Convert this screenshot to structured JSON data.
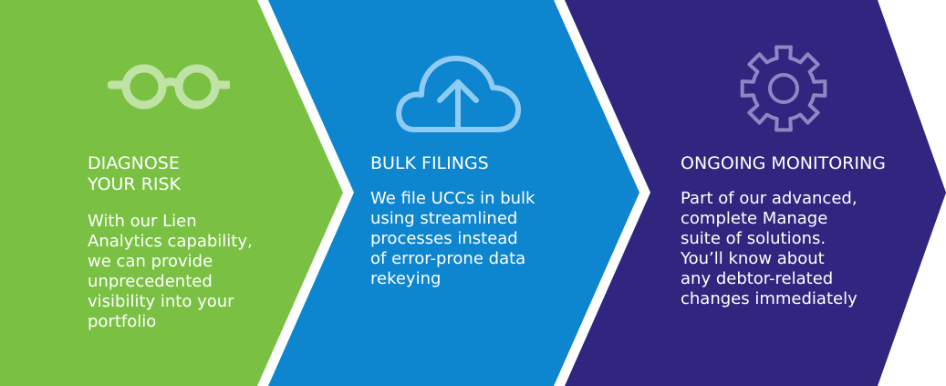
{
  "colors": {
    "step1": "#7ac143",
    "step2": "#0d85cf",
    "step3": "#30267f",
    "step1_icon": "#bfe3a4",
    "step2_icon": "#8fcbf2",
    "step3_icon": "#8f86c4",
    "text": "#ffffff"
  },
  "steps": [
    {
      "icon": "glasses-icon",
      "title": "DIAGNOSE\nYOUR RISK",
      "description": "With our Lien\nAnalytics capability,\nwe can provide\nunprecedented\nvisibility into your\nportfolio"
    },
    {
      "icon": "cloud-upload-icon",
      "title": "BULK FILINGS",
      "description": "We file UCCs in bulk\nusing streamlined\nprocesses instead\nof error-prone data\nrekeying"
    },
    {
      "icon": "gear-icon",
      "title": "ONGOING MONITORING",
      "description": "Part of our advanced,\ncomplete Manage\nsuite of solutions.\nYou’ll know about\nany debtor-related\nchanges immediately"
    }
  ]
}
